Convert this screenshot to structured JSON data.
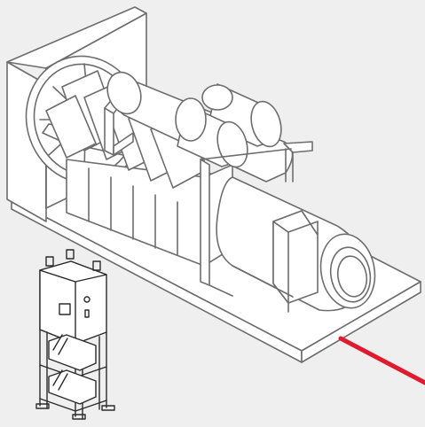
{
  "illustration": {
    "subject": "generator-set",
    "items": [
      "radiator-fan",
      "engine",
      "exhaust-silencers",
      "alternator",
      "control-box",
      "skid-base",
      "fuel-tank-rack",
      "cable"
    ]
  },
  "colors": {
    "background": "#efefef",
    "line": "#6d6d6d",
    "rack_line": "#2b2b2b",
    "cable": "#e01b2f"
  }
}
